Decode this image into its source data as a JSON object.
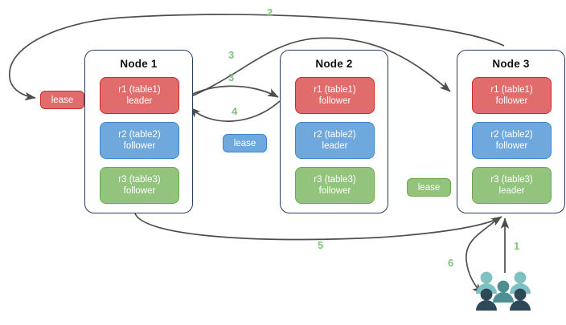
{
  "diagram": {
    "title": "Distributed database nodes with range leases and request flow",
    "accent_green": "#82c47e",
    "arrow_color": "#4d4d4d",
    "node_border": "#2a3f5f",
    "colors": {
      "red_fill": "#e06c6c",
      "red_border": "#cc2b2b",
      "blue_fill": "#6fa8dc",
      "blue_border": "#3d85c8",
      "green_fill": "#93c47d",
      "green_border": "#6aa84f",
      "people_light": "#7fc0c0",
      "people_mid": "#4e8f94",
      "people_dark": "#2f4858"
    }
  },
  "nodes": [
    {
      "title": "Node 1",
      "replicas": [
        {
          "name": "r1 (table1)",
          "role": "leader",
          "color": "red"
        },
        {
          "name": "r2 (table2)",
          "role": "follower",
          "color": "blue"
        },
        {
          "name": "r3 (table3)",
          "role": "follower",
          "color": "green"
        }
      ]
    },
    {
      "title": "Node 2",
      "replicas": [
        {
          "name": "r1 (table1)",
          "role": "follower",
          "color": "red"
        },
        {
          "name": "r2 (table2)",
          "role": "leader",
          "color": "blue"
        },
        {
          "name": "r3 (table3)",
          "role": "follower",
          "color": "green"
        }
      ]
    },
    {
      "title": "Node 3",
      "replicas": [
        {
          "name": "r1 (table1)",
          "role": "follower",
          "color": "red"
        },
        {
          "name": "r2 (table2)",
          "role": "follower",
          "color": "blue"
        },
        {
          "name": "r3 (table3)",
          "role": "leader",
          "color": "green"
        }
      ]
    }
  ],
  "leases": [
    {
      "label": "lease",
      "color": "red",
      "for_range": "r1 (table1)"
    },
    {
      "label": "lease",
      "color": "blue",
      "for_range": "r2 (table2)"
    },
    {
      "label": "lease",
      "color": "green",
      "for_range": "r3 (table3)"
    }
  ],
  "steps": [
    {
      "label": "1"
    },
    {
      "label": "2"
    },
    {
      "label": "3"
    },
    {
      "label": "3"
    },
    {
      "label": "4"
    },
    {
      "label": "5"
    },
    {
      "label": "6"
    }
  ],
  "client": {
    "icon": "people-group-icon"
  }
}
